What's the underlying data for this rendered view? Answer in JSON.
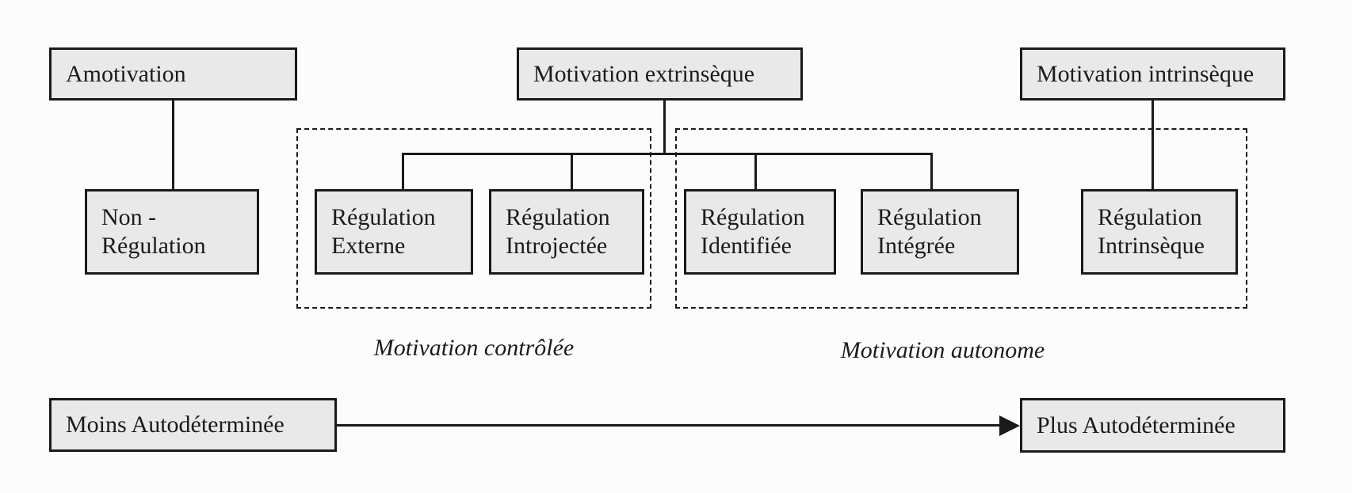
{
  "colors": {
    "box_fill": "#e9e9e9",
    "border": "#1a1a1a",
    "background": "#fcfcfc",
    "text": "#1b1b1b"
  },
  "top_row": {
    "amotivation": {
      "label": "Amotivation"
    },
    "extrinseque": {
      "label": "Motivation extrinsèque"
    },
    "intrinseque": {
      "label": "Motivation intrinsèque"
    }
  },
  "regulations": {
    "non": {
      "line1": "Non -",
      "line2": "Régulation"
    },
    "externe": {
      "line1": "Régulation",
      "line2": "Externe"
    },
    "introjectee": {
      "line1": "Régulation",
      "line2": "Introjectée"
    },
    "identifiee": {
      "line1": "Régulation",
      "line2": "Identifiée"
    },
    "integree": {
      "line1": "Régulation",
      "line2": "Intégrée"
    },
    "intrinseque": {
      "line1": "Régulation",
      "line2": "Intrinsèque"
    }
  },
  "group_labels": {
    "controlled": "Motivation contrôlée",
    "autonomous": "Motivation autonome"
  },
  "continuum": {
    "less": "Moins Autodéterminée",
    "more": "Plus Autodéterminée"
  }
}
